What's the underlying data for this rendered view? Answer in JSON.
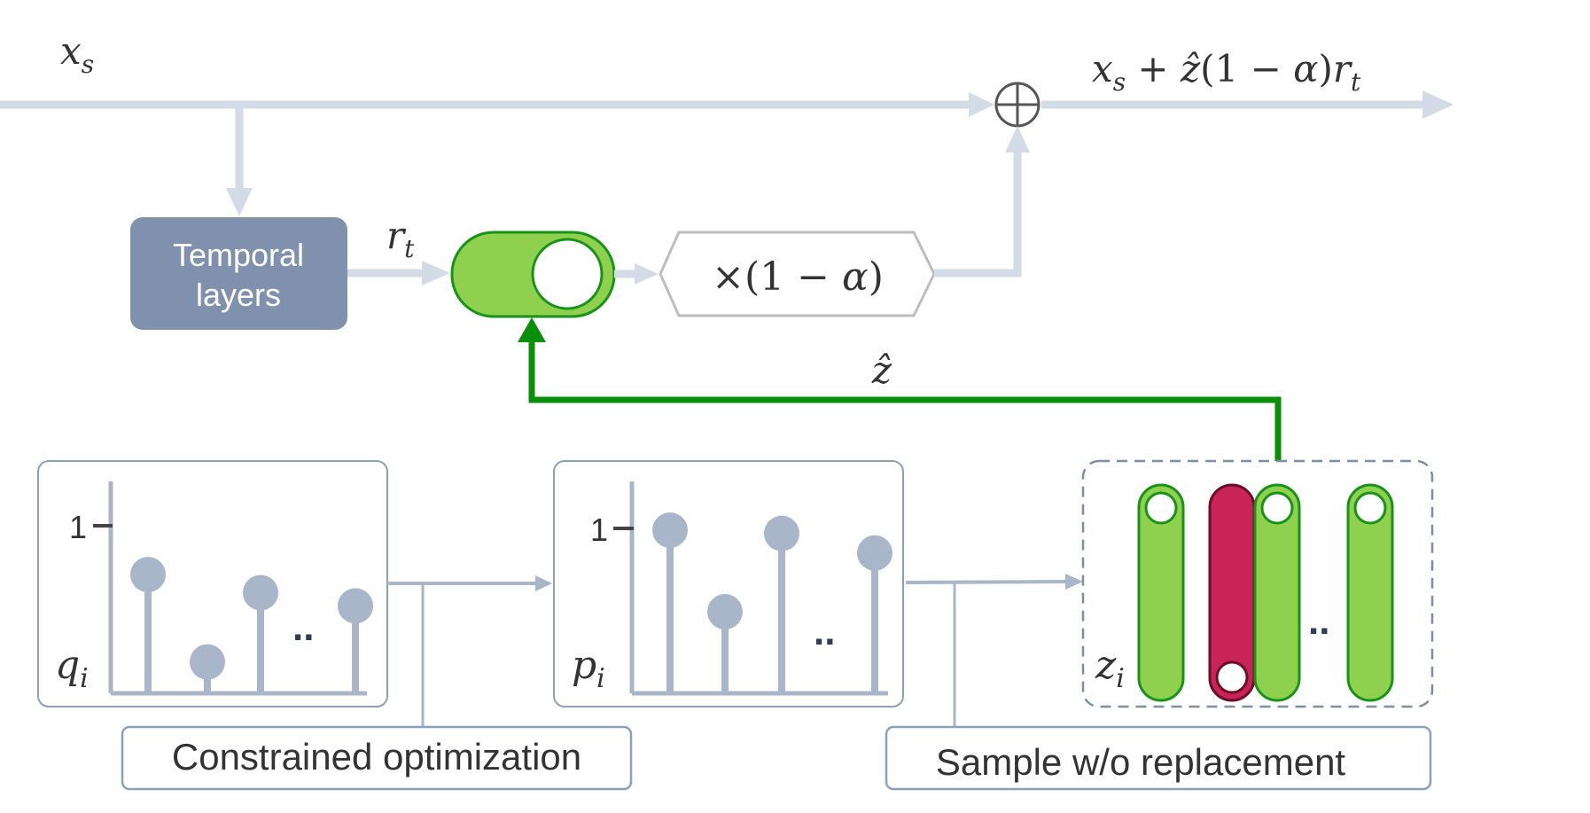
{
  "top": {
    "input_label": "x_s",
    "output_label": "x_s + ẑ(1 − α)r_t",
    "sum_symbol": "⊕"
  },
  "temporal": {
    "box_label_line1": "Temporal",
    "box_label_line2": "layers",
    "output_label": "r_t"
  },
  "scale": {
    "label": "×(1 − α)"
  },
  "gate": {
    "control_label": "ẑ"
  },
  "q_panel": {
    "label": "q_i",
    "y_tick": "1",
    "ellipsis": "..",
    "values": [
      0.72,
      0.19,
      0.61,
      0.53
    ]
  },
  "p_panel": {
    "label": "p_i",
    "y_tick": "1",
    "ellipsis": "..",
    "values": [
      1.0,
      0.5,
      0.98,
      0.86
    ]
  },
  "z_panel": {
    "label": "z_i",
    "ellipsis": "..",
    "states": [
      "on",
      "off",
      "on",
      "on"
    ]
  },
  "steps": {
    "optimization_label": "Constrained optimization",
    "sampling_label": "Sample w/o replacement"
  },
  "colors": {
    "flow": "#d3dbe6",
    "panel_border": "#8da0b9",
    "stem": "#a9b6ca",
    "temporal_box": "#7f91ac",
    "green_fill": "#8fd14f",
    "green_stroke": "#179317",
    "green_path": "#0a8f0a",
    "red_fill": "#c8245a",
    "red_stroke": "#6e0d2a",
    "hex_stroke": "#bdbdbd"
  }
}
